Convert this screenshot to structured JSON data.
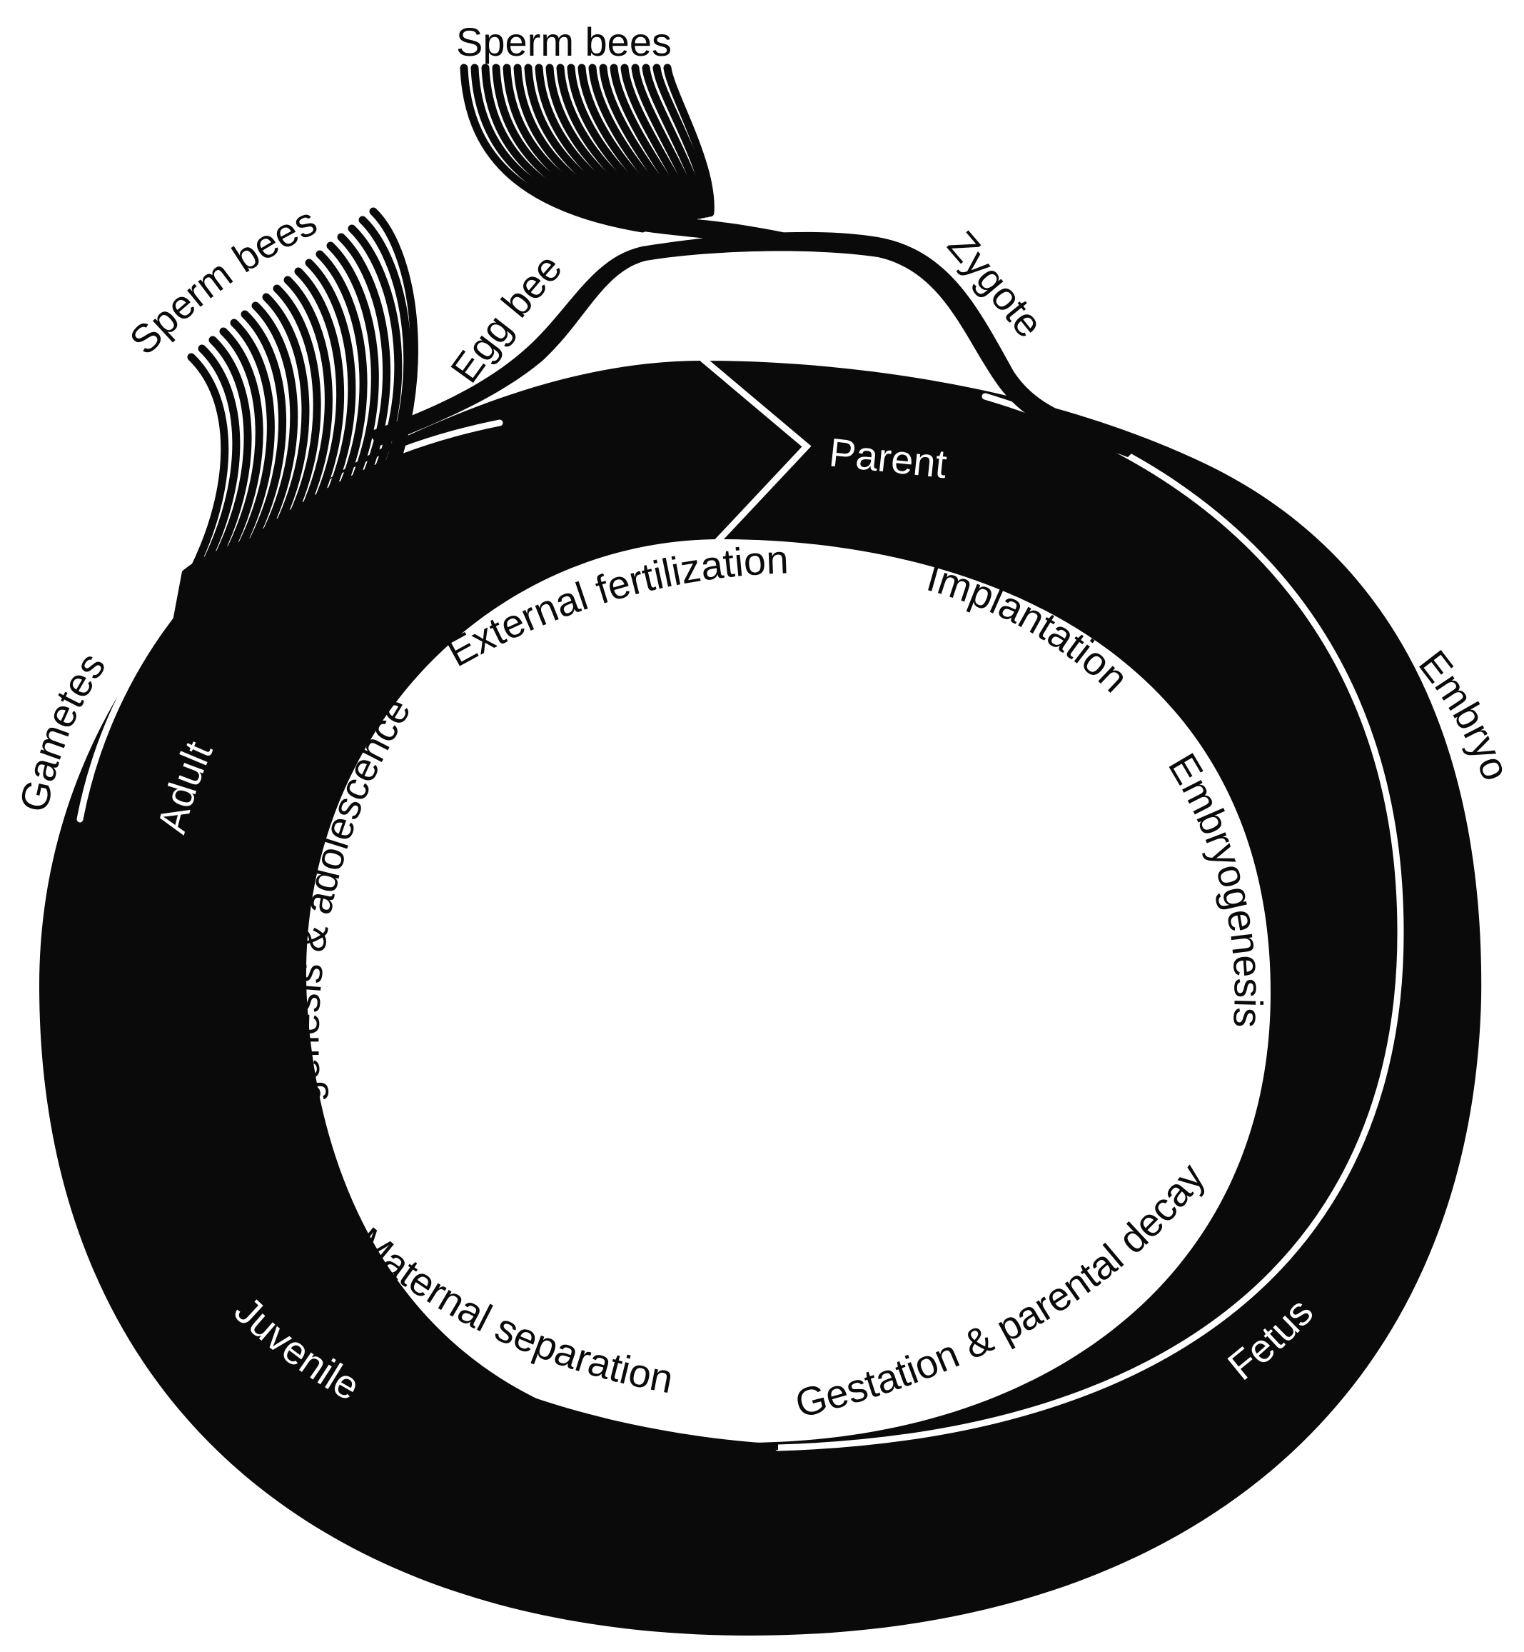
{
  "diagram": {
    "outer_labels": {
      "sperm_bees_top": "Sperm bees",
      "sperm_bees_left": "Sperm bees",
      "egg_bee": "Egg bee",
      "zygote": "Zygote",
      "gametes": "Gametes",
      "embryo": "Embryo"
    },
    "band_labels": {
      "parent": "Parent",
      "adult": "Adult",
      "juvenile": "Juvenile",
      "fetus": "Fetus"
    },
    "inner_labels": {
      "external_fertilization": "External fertilization",
      "implantation": "Implantation",
      "embryogenesis": "Embryogenesis",
      "gestation": "Gestation & parental decay",
      "maternal_separation": "Maternal separation",
      "gametogenesis": "Gametogenesis & adolescence"
    },
    "colors": {
      "ink": "#0a0a0a",
      "paper": "#ffffff"
    }
  }
}
